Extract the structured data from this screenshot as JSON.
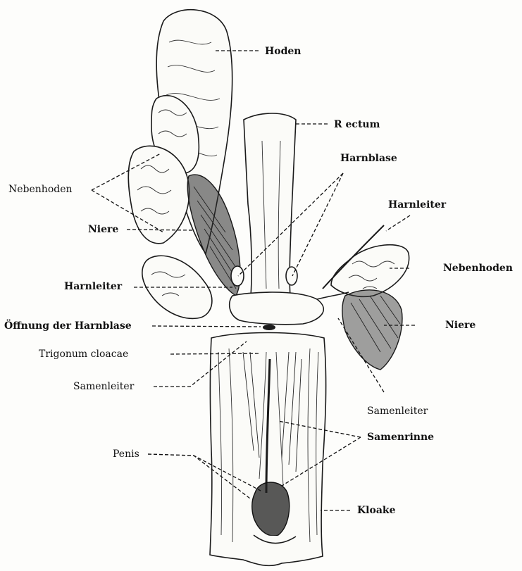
{
  "labels": {
    "hoden": "Hoden",
    "rectum": "R ectum",
    "harnblase": "Harnblase",
    "harnleiter_right": "Harnleiter",
    "nebenhoden_left": "Nebenhoden",
    "niere_left": "Niere",
    "nebenhoden_right": "Nebenhoden",
    "harnleiter_left": "Harnleiter",
    "oeffnung": "Öffnung der Harnblase",
    "niere_right": "Niere",
    "trigonum": "Trigonum cloacae",
    "samenleiter_left": "Samenleiter",
    "samenleiter_right": "Samenleiter",
    "samenrinne": "Samenrinne",
    "penis": "Penis",
    "kloake": "Kloake"
  }
}
